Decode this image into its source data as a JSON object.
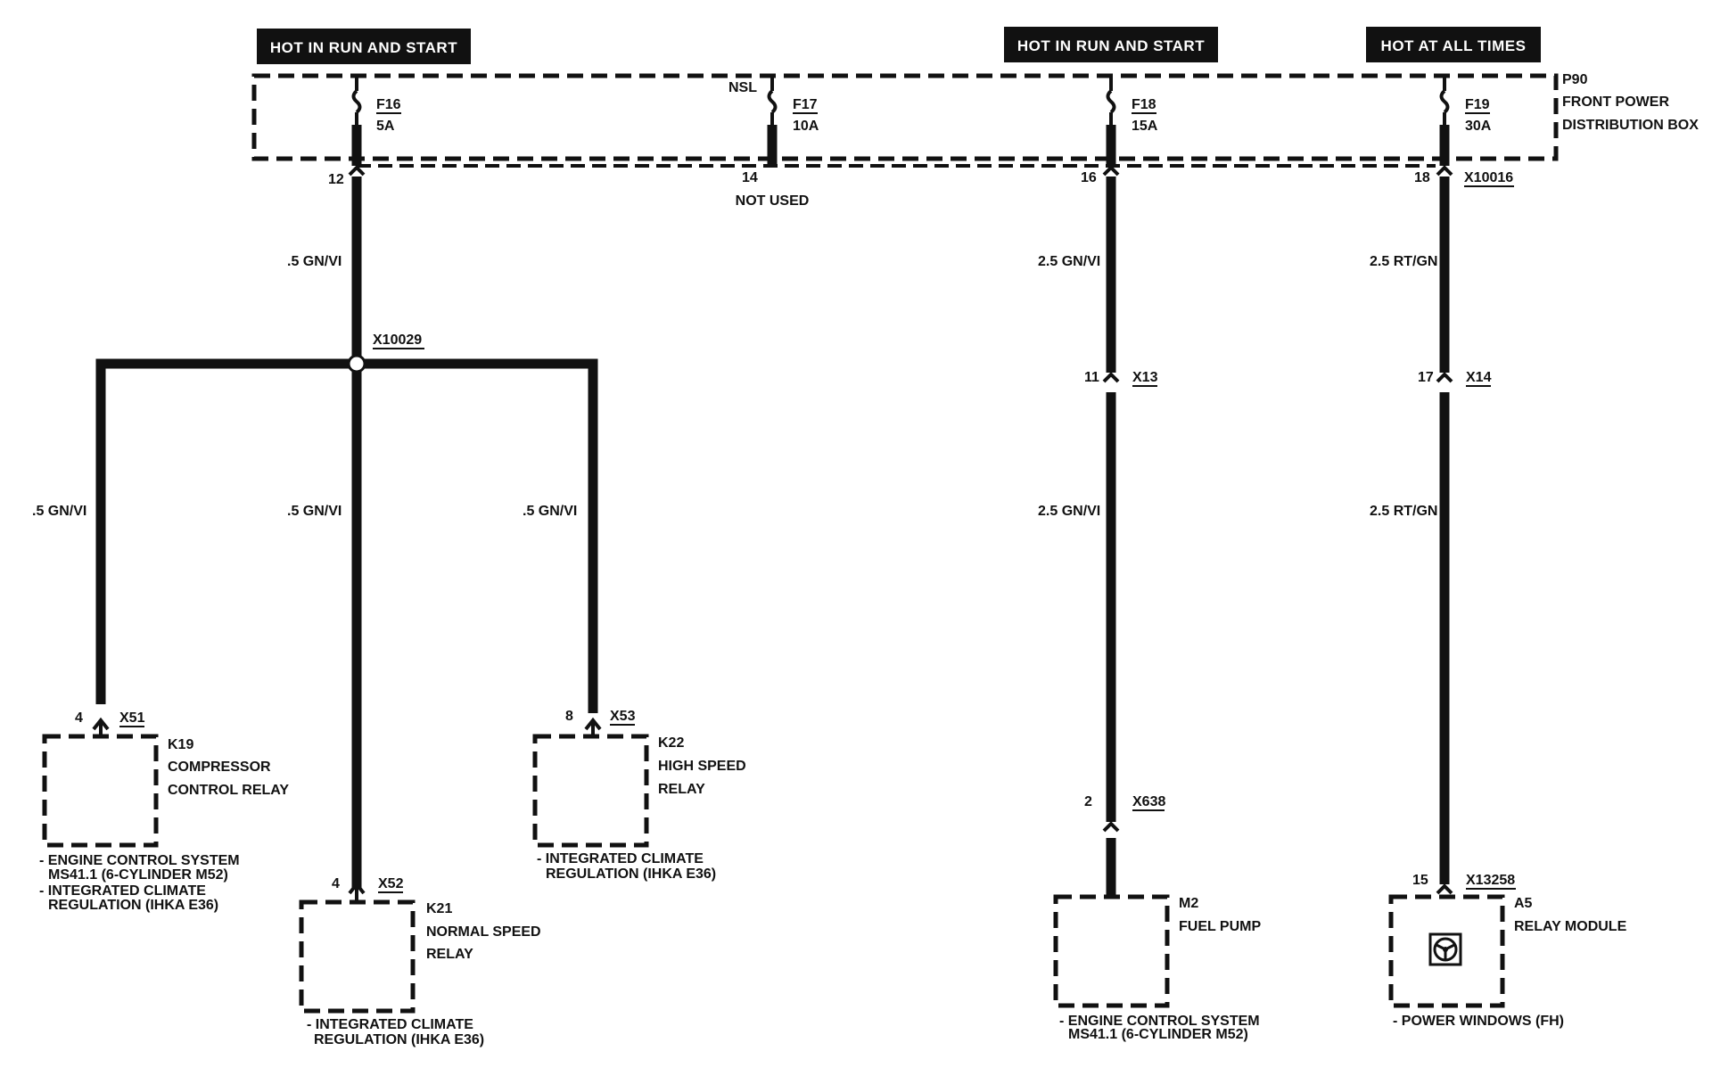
{
  "headers": {
    "h1": "HOT IN RUN AND START",
    "h2": "HOT IN RUN AND START",
    "h3": "HOT AT ALL TIMES"
  },
  "power_box": {
    "id": "P90",
    "name_line1": "FRONT POWER",
    "name_line2": "DISTRIBUTION BOX",
    "connector": "X10016",
    "nsl": "NSL"
  },
  "fuses": [
    {
      "name": "F16",
      "rating": "5A",
      "pin": "12"
    },
    {
      "name": "F17",
      "rating": "10A",
      "pin": "14",
      "note": "NOT USED"
    },
    {
      "name": "F18",
      "rating": "15A",
      "pin": "16"
    },
    {
      "name": "F19",
      "rating": "30A",
      "pin": "18"
    }
  ],
  "wires": {
    "w1": ".5 GN/VI",
    "w_left": ".5 GN/VI",
    "w_mid": ".5 GN/VI",
    "w_right": ".5 GN/VI",
    "w3a": "2.5 GN/VI",
    "w3b": "2.5 GN/VI",
    "w4a": "2.5 RT/GN",
    "w4b": "2.5 RT/GN"
  },
  "splice": "X10029",
  "inline_connectors": [
    {
      "pin": "11",
      "name": "X13"
    },
    {
      "pin": "17",
      "name": "X14"
    }
  ],
  "components": {
    "k19": {
      "pin": "4",
      "conn": "X51",
      "id": "K19",
      "line1": "COMPRESSOR",
      "line2": "CONTROL RELAY",
      "notes": [
        "- ENGINE CONTROL SYSTEM",
        "MS41.1 (6-CYLINDER M52)",
        "- INTEGRATED CLIMATE",
        "REGULATION (IHKA E36)"
      ]
    },
    "k21": {
      "pin": "4",
      "conn": "X52",
      "id": "K21",
      "line1": "NORMAL SPEED",
      "line2": "RELAY",
      "notes": [
        "- INTEGRATED CLIMATE",
        "REGULATION (IHKA E36)"
      ]
    },
    "k22": {
      "pin": "8",
      "conn": "X53",
      "id": "K22",
      "line1": "HIGH SPEED",
      "line2": "RELAY",
      "notes": [
        "- INTEGRATED CLIMATE",
        "REGULATION (IHKA E36)"
      ]
    },
    "m2": {
      "pin": "2",
      "conn": "X638",
      "id": "M2",
      "line1": "FUEL PUMP",
      "notes": [
        "- ENGINE CONTROL SYSTEM",
        "MS41.1 (6-CYLINDER M52)"
      ]
    },
    "a5": {
      "pin": "15",
      "conn": "X13258",
      "id": "A5",
      "line1": "RELAY MODULE",
      "notes": [
        "- POWER WINDOWS (FH)"
      ]
    }
  }
}
